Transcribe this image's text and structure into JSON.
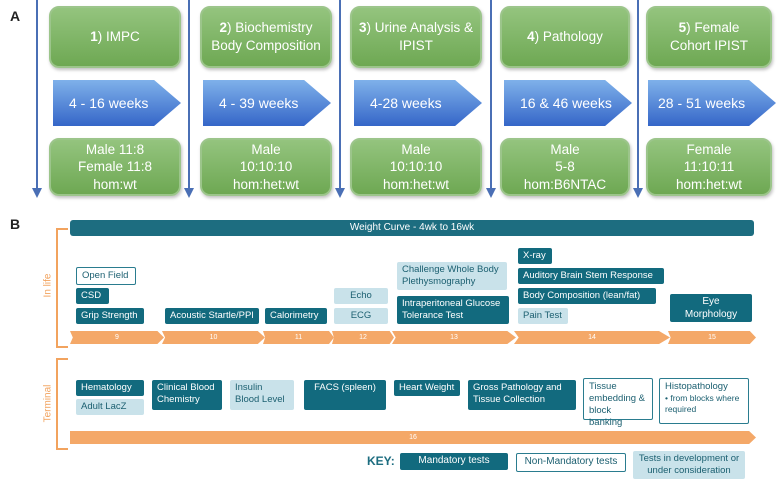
{
  "panel_labels": {
    "a": "A",
    "b": "B"
  },
  "stages": [
    {
      "num": "1",
      "title": ") IMPC",
      "time": "4 - 16 weeks",
      "cohort": [
        "Male 11:8",
        "Female 11:8",
        "hom:wt"
      ]
    },
    {
      "num": "2",
      "title": ") Biochemistry Body Composition",
      "time": "4 - 39 weeks",
      "cohort": [
        "Male",
        "10:10:10",
        "hom:het:wt"
      ]
    },
    {
      "num": "3",
      "title": ") Urine Analysis & IPIST",
      "time": "4-28 weeks",
      "cohort": [
        "Male",
        "10:10:10",
        "hom:het:wt"
      ]
    },
    {
      "num": "4",
      "title": ") Pathology",
      "time": "16 & 46 weeks",
      "cohort": [
        "Male",
        "5-8",
        "hom:B6NTAC"
      ]
    },
    {
      "num": "5",
      "title": ") Female Cohort IPIST",
      "time": "28 - 51 weeks",
      "cohort": [
        "Female",
        "11:10:11",
        "hom:het:wt"
      ]
    }
  ],
  "section_labels": {
    "in_life": "In life",
    "terminal": "Terminal"
  },
  "weight_curve": "Weight Curve - 4wk to 16wk",
  "tests": {
    "open_field": "Open Field",
    "csd": "CSD",
    "grip_strength": "Grip Strength",
    "acoustic_startle": "Acoustic Startle/PPI",
    "calorimetry": "Calorimetry",
    "echo": "Echo",
    "ecg": "ECG",
    "challenge_whole_body": "Challenge Whole Body Plethysmography",
    "ipgtt": "Intraperitoneal Glucose Tolerance Test",
    "xray": "X-ray",
    "abr": "Auditory Brain Stem Response",
    "body_composition": "Body Composition (lean/fat)",
    "pain_test": "Pain Test",
    "eye_morphology": "Eye Morphology",
    "hematology": "Hematology",
    "adult_lacz": "Adult LacZ",
    "clinical_blood_chemistry": "Clinical Blood Chemistry",
    "insulin_blood_level": "Insulin Blood Level",
    "facs": "FACS (spleen)",
    "heart_weight": "Heart Weight",
    "gross_pathology": "Gross Pathology and Tissue Collection",
    "tissue_embedding": "Tissue embedding & block banking",
    "histopathology": "Histopathology",
    "histopathology_sub": "from blocks where required"
  },
  "week_markers": [
    "9",
    "10",
    "11",
    "12",
    "13",
    "14",
    "15"
  ],
  "terminal_week": "16",
  "key": {
    "label": "KEY:",
    "mandatory": "Mandatory tests",
    "non_mandatory": "Non-Mandatory tests",
    "in_development": "Tests in development or under consideration"
  },
  "colors": {
    "mandatory": "#126a7e",
    "in_development": "#c9e2ea",
    "timeline": "#f4a868",
    "stage_box": "#6ea853",
    "time_arrow": "#3566c8"
  }
}
